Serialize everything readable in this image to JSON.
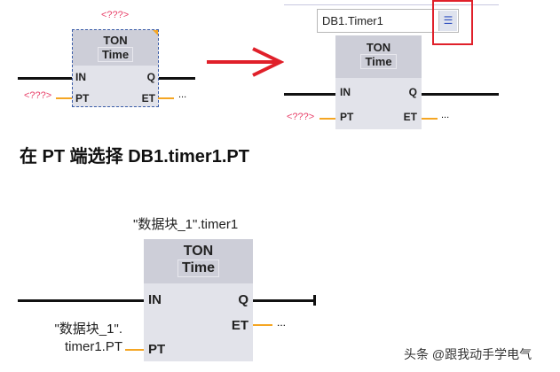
{
  "block1": {
    "operand": "<???>",
    "type": "TON",
    "subtype": "Time",
    "pin_in": "IN",
    "pin_q": "Q",
    "pin_pt": "PT",
    "pin_et": "ET",
    "pt_value": "<???>",
    "et_value": "..."
  },
  "block2": {
    "instance_field": "DB1.Timer1",
    "type": "TON",
    "subtype": "Time",
    "pin_in": "IN",
    "pin_q": "Q",
    "pin_pt": "PT",
    "pin_et": "ET",
    "pt_value": "<???>",
    "et_value": "..."
  },
  "caption": "在 PT 端选择 DB1.timer1.PT",
  "block3": {
    "operand": "\"数据块_1\".timer1",
    "type": "TON",
    "subtype": "Time",
    "pin_in": "IN",
    "pin_q": "Q",
    "pin_pt": "PT",
    "pin_et": "ET",
    "pt_value_line1": "\"数据块_1\".",
    "pt_value_line2": "timer1.PT",
    "et_value": "..."
  },
  "watermark": "头条 @跟我动手学电气",
  "colors": {
    "highlight": "#e0202a",
    "wire": "#f5a623",
    "placeholder": "#e8426a"
  }
}
